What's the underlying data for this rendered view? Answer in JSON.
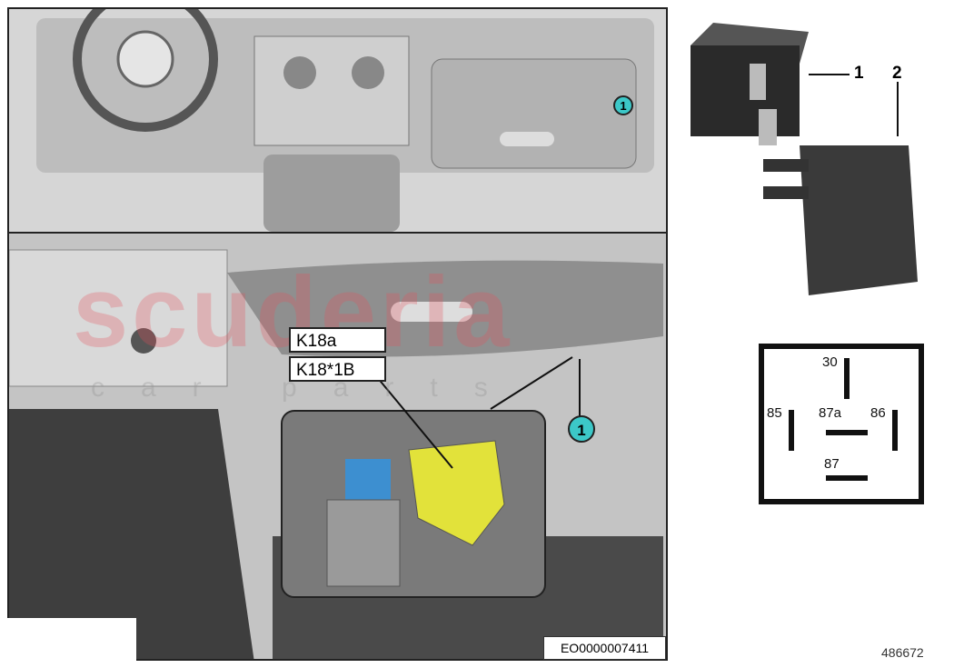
{
  "diagram": {
    "labels": {
      "connector_a": "K18a",
      "connector_b": "K18*1B"
    },
    "callouts": {
      "location_top": "1",
      "location_bottom": "1",
      "relay": "1",
      "relay_socket": "2"
    },
    "schematic_pins": {
      "p30": "30",
      "p85": "85",
      "p87a": "87a",
      "p86": "86",
      "p87": "87"
    },
    "image_code": "EO0000007411",
    "diagram_number": "486672",
    "watermark": {
      "brand": "scuderia",
      "sub": "car parts"
    },
    "colors": {
      "callout": "#3cc8c8",
      "relay_part": "#e2e23a",
      "connector": "#3d8fd0",
      "watermark": "#e6505a"
    }
  }
}
